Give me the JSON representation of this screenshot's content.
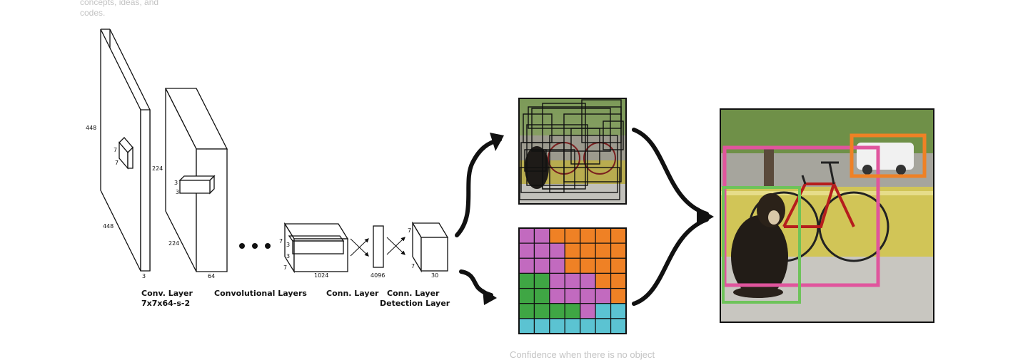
{
  "background_fragments": {
    "top_left_text": "concepts, ideas, and codes.",
    "bottom_caption": "Confidence when there is no object"
  },
  "layers": {
    "conv1": {
      "height": "448",
      "width": "448",
      "depth": "3",
      "kernel_h": "7",
      "kernel_w": "7",
      "label_line1": "Conv. Layer",
      "label_line2": "7x7x64-s-2"
    },
    "conv2": {
      "height": "224",
      "width": "224",
      "depth": "64",
      "kernel_h": "3",
      "kernel_w": "3"
    },
    "convs_label": "Convolutional Layers",
    "conv_final": {
      "h": "7",
      "w": "7",
      "k1": "3",
      "k2": "3",
      "depth": "1024"
    },
    "fc": {
      "size": "4096",
      "label": "Conn. Layer"
    },
    "output": {
      "h": "7",
      "w": "7",
      "depth": "30",
      "label_line1": "Conn. Layer",
      "label_line2": "Detection Layer"
    }
  },
  "colors": {
    "pink": "#e0559d",
    "orange": "#ef8125",
    "green": "#6ec35a",
    "cyan": "#5bc3d2",
    "purple": "#c26abf",
    "lime": "#3fa644"
  },
  "class_grid": [
    [
      "purple",
      "purple",
      "orange",
      "orange",
      "orange",
      "orange",
      "orange"
    ],
    [
      "purple",
      "purple",
      "purple",
      "orange",
      "orange",
      "orange",
      "orange"
    ],
    [
      "purple",
      "purple",
      "purple",
      "orange",
      "orange",
      "orange",
      "orange"
    ],
    [
      "lime",
      "lime",
      "purple",
      "purple",
      "purple",
      "orange",
      "orange"
    ],
    [
      "lime",
      "lime",
      "purple",
      "purple",
      "purple",
      "purple",
      "orange"
    ],
    [
      "lime",
      "lime",
      "lime",
      "lime",
      "purple",
      "cyan",
      "cyan"
    ],
    [
      "cyan",
      "cyan",
      "cyan",
      "cyan",
      "cyan",
      "cyan",
      "cyan"
    ]
  ],
  "icons": {
    "arrow_up": "curved-arrow-up-icon",
    "arrow_down": "curved-arrow-down-icon",
    "arrow_merge": "merge-arrows-icon"
  }
}
